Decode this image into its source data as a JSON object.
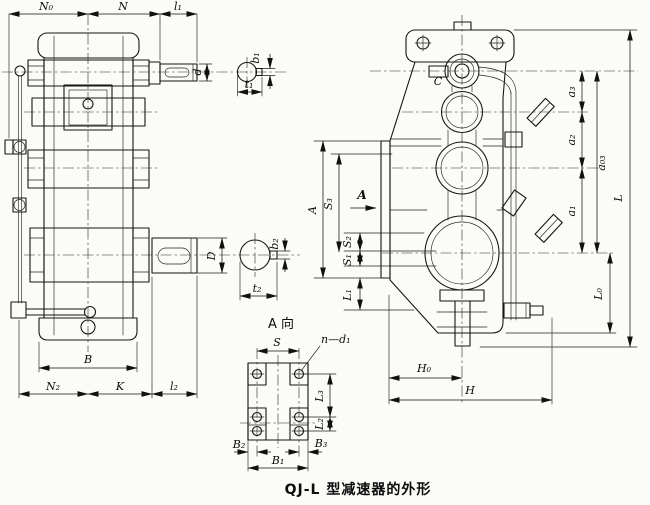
{
  "drawing": {
    "caption": "QJ-L 型减速器的外形",
    "front_view": {
      "dims": {
        "N0": "N₀",
        "N": "N",
        "l1": "l₁",
        "d": "d",
        "b1": "b₁",
        "t1": "t₁",
        "D": "D",
        "b2": "b₂",
        "t2": "t₂",
        "B": "B",
        "N2": "N₂",
        "K": "K",
        "l2": "l₂"
      }
    },
    "bottom_view": {
      "title": "A 向",
      "dims": {
        "S": "S",
        "n_d1": "n—d₁",
        "L3": "L₃",
        "L2": "L₂",
        "B2": "B₂",
        "B3": "B₃",
        "B1": "B₁"
      }
    },
    "side_view": {
      "port_label": "C",
      "view_arrow_label": "A",
      "dims": {
        "A": "A",
        "S3": "S₃",
        "S2": "S₂",
        "S1": "S₁",
        "L1": "L₁",
        "a3": "a₃",
        "a2": "a₂",
        "a03": "a₀₃",
        "a1": "a₁",
        "L": "L",
        "L0": "L₀",
        "H0": "H₀",
        "H": "H"
      }
    }
  }
}
